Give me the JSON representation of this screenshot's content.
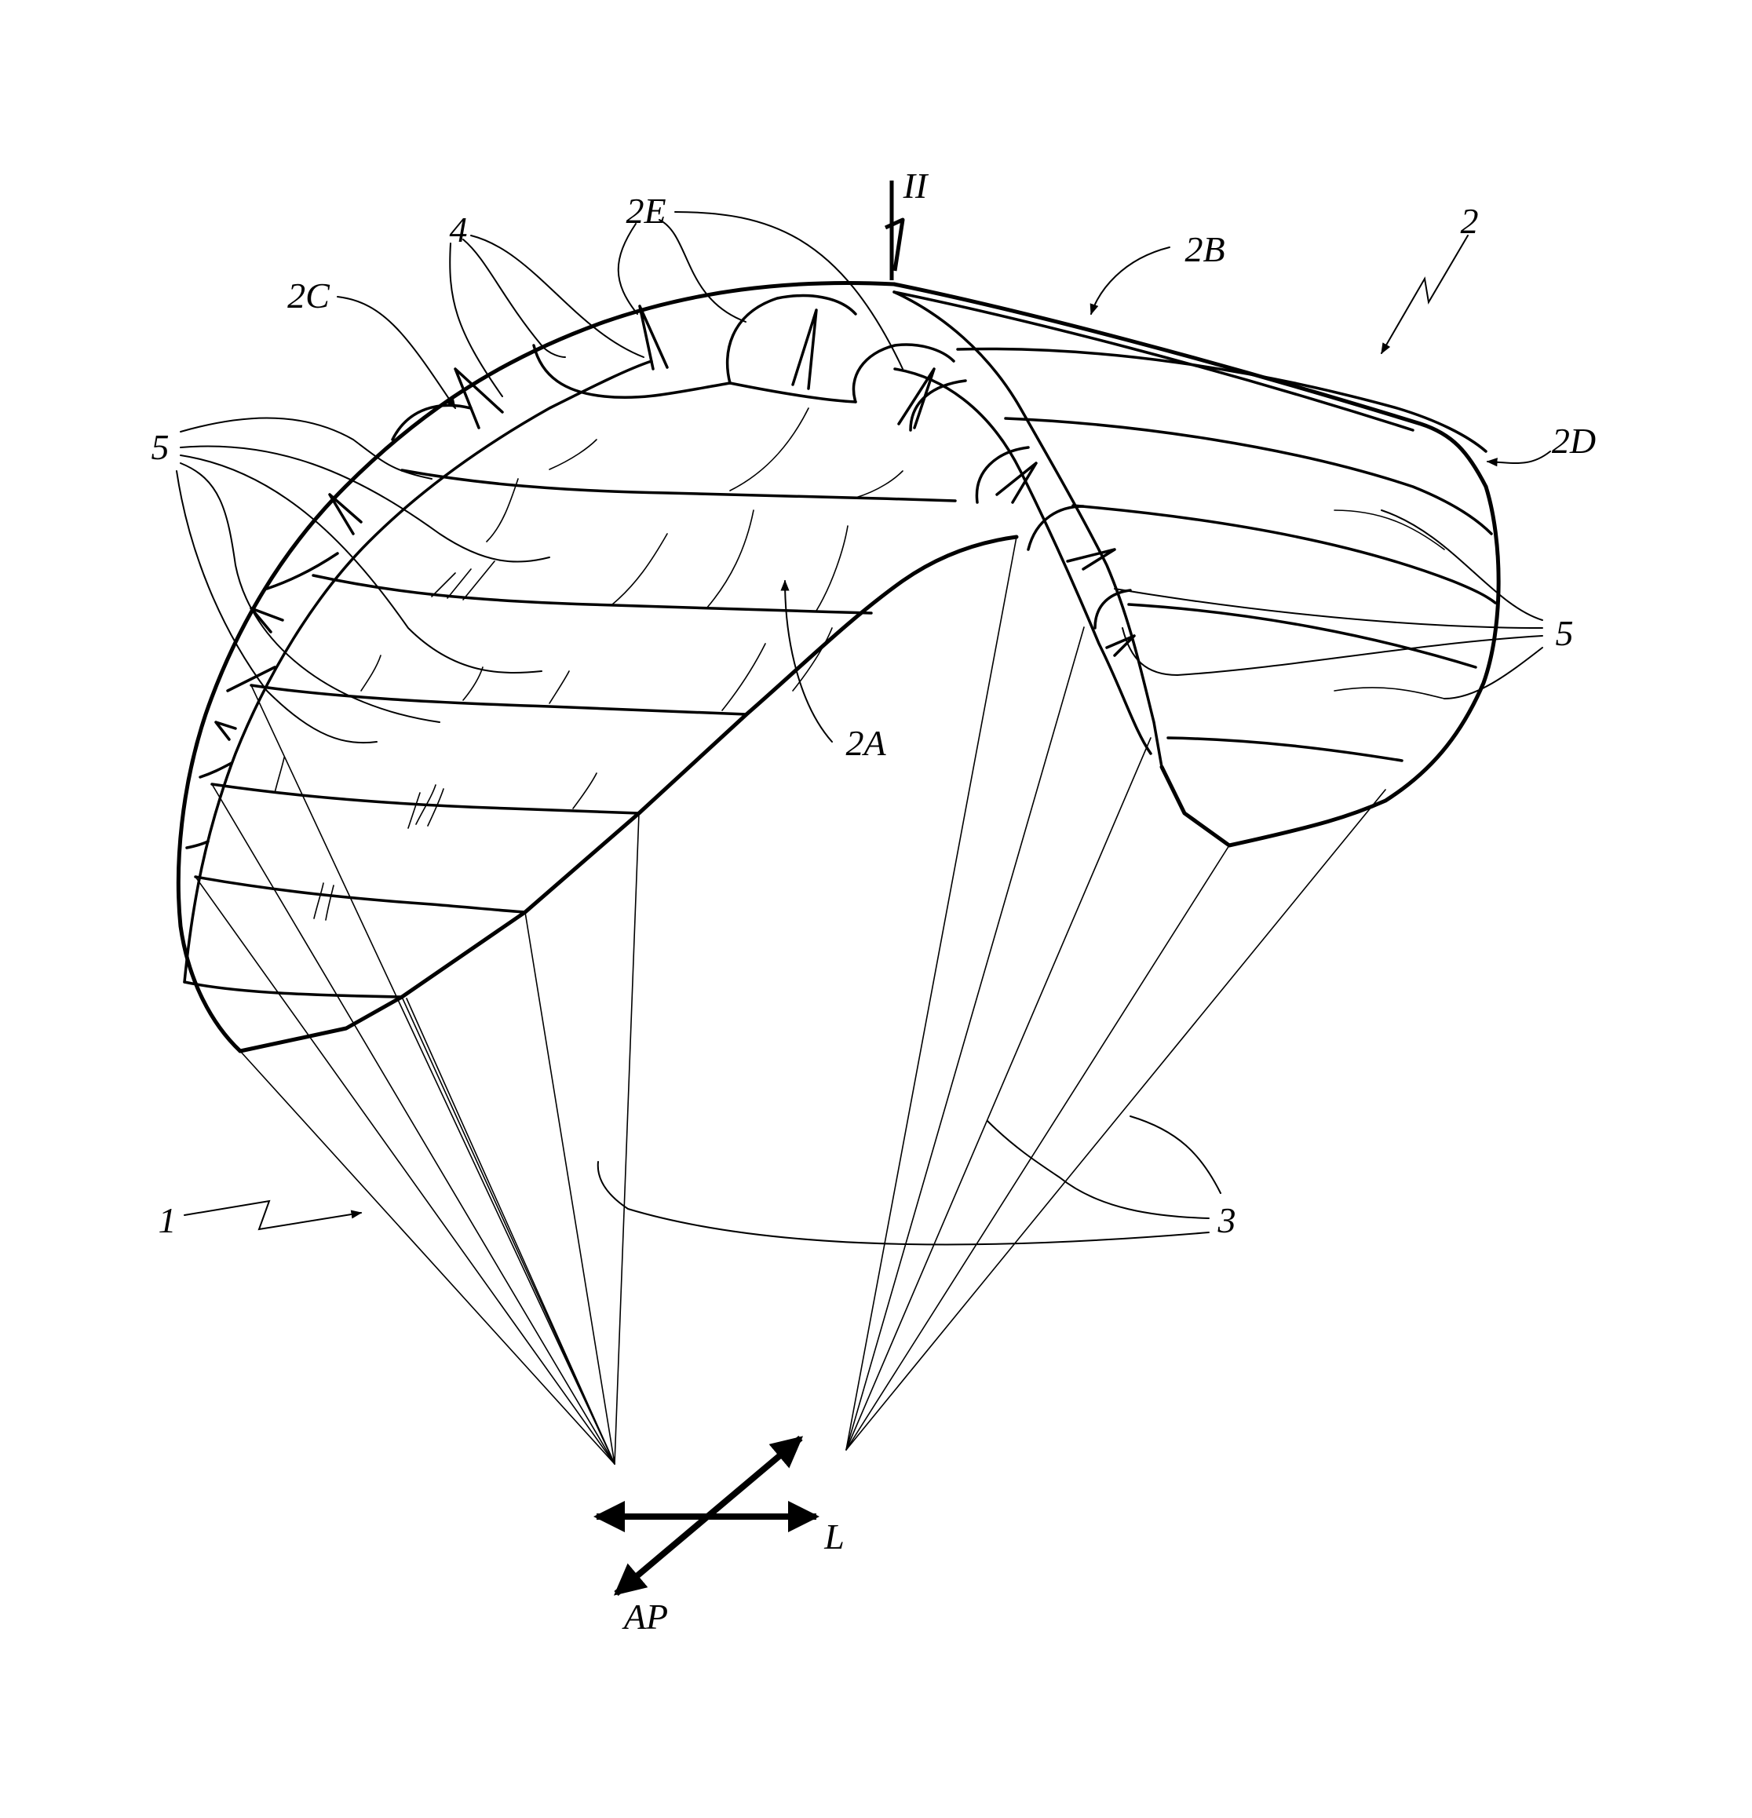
{
  "figure": {
    "type": "patent-drawing",
    "subject": "paraglider canopy with suspension lines",
    "stroke_color": "#000000",
    "background_color": "#ffffff"
  },
  "labels": {
    "section_marker": "II",
    "canopy": "2",
    "top_surface": "2B",
    "leading_edge": "2C",
    "trailing_edge_end": "2D",
    "cells": "2E",
    "lower_surface": "2A",
    "ribs": "4",
    "stripes_left": "5",
    "stripes_right": "5",
    "paraglider": "1",
    "lines": "3",
    "axis_lateral": "L",
    "axis_anteroposterior": "AP"
  },
  "axes": {
    "lateral_arrow": "double-headed horizontal arrow",
    "anteroposterior_arrow": "double-headed diagonal arrow"
  }
}
